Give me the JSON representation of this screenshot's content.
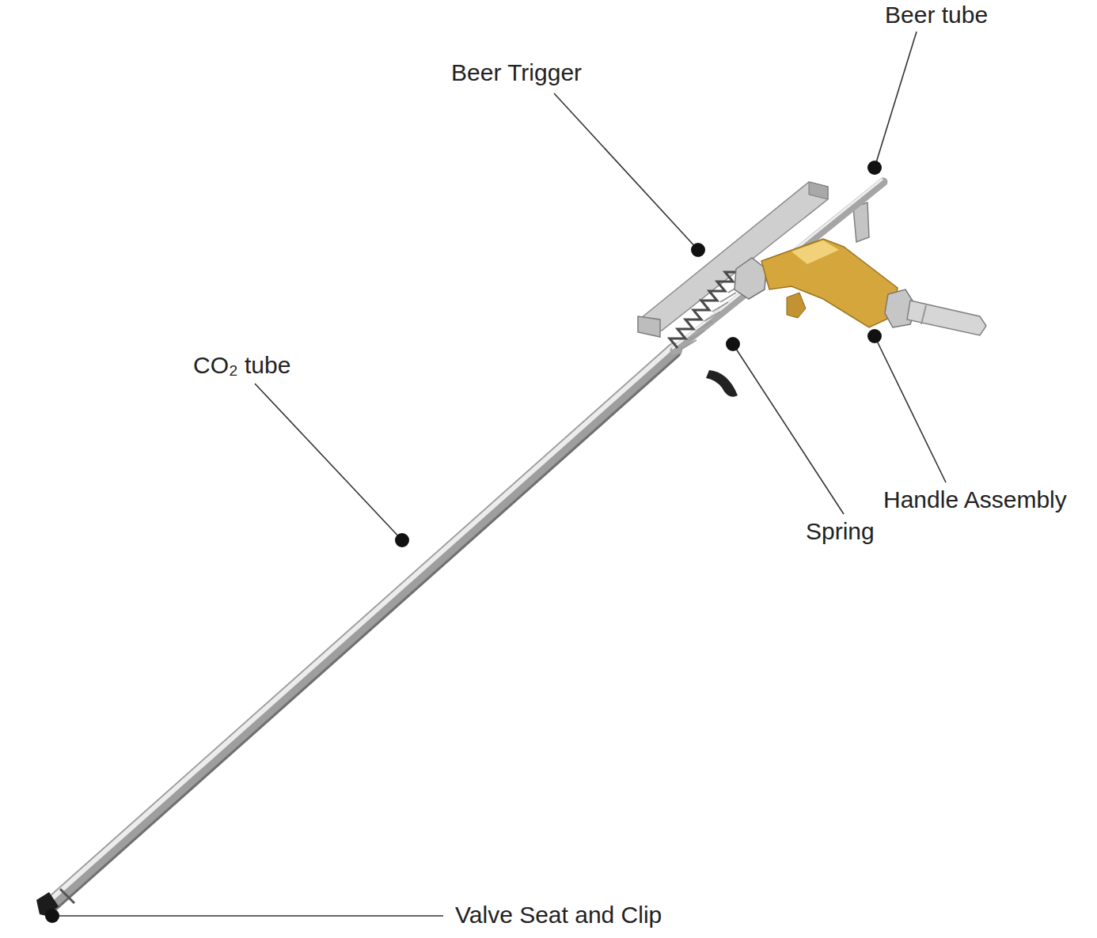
{
  "diagram": {
    "labels": [
      "Beer tube",
      "Beer Trigger",
      "CO₂ tube",
      "Handle Assembly",
      "Spring",
      "Valve Seat and Clip"
    ]
  }
}
